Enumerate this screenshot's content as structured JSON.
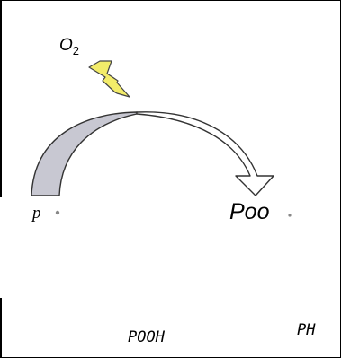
{
  "labels": {
    "oxygen_main": "O",
    "oxygen_subscript": "2",
    "start_species": "p",
    "peroxy_radical": "Poo",
    "hydroperoxide": "POOH",
    "product": "PH"
  },
  "colors": {
    "arc_fill_left": "#c8c8d2",
    "arc_outline": "#333333",
    "bolt_fill": "#f3ec6a",
    "bolt_outline": "#444444",
    "radical_dot": "#888888"
  },
  "icons": {
    "bolt": "lightning-bolt-icon",
    "radical_dot": "radical-dot-icon"
  }
}
